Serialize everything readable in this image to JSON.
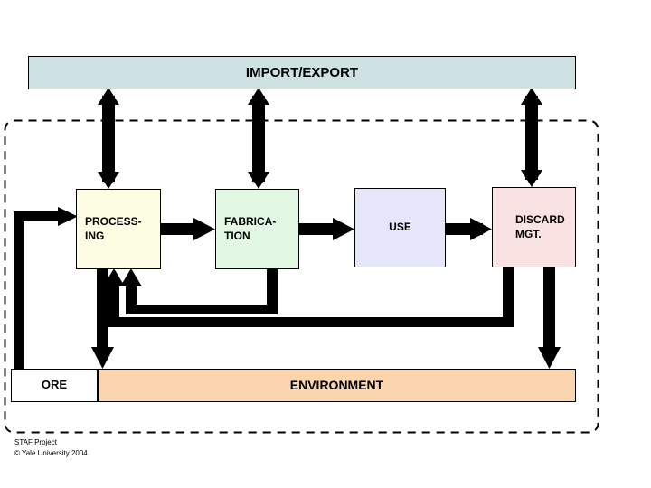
{
  "diagram": {
    "title": "IMPORT/EXPORT",
    "system_boundary": {
      "name": "system-boundary",
      "style": "dashed-rounded-rectangle"
    },
    "nodes": [
      {
        "id": "import-export",
        "label": "IMPORT/EXPORT",
        "fill": "#cfe2e3",
        "stroke": "#000000"
      },
      {
        "id": "processing",
        "label": "PROCESS-\nING",
        "fill": "#fdfde4",
        "stroke": "#000000"
      },
      {
        "id": "fabrication",
        "label": "FABRICA-\nTION",
        "fill": "#e3f8e4",
        "stroke": "#000000"
      },
      {
        "id": "use",
        "label": "USE",
        "fill": "#e6e6fb",
        "stroke": "#000000"
      },
      {
        "id": "discard-mgt",
        "label": "DISCARD\nMGT.",
        "fill": "#fbe2e2",
        "stroke": "#000000"
      },
      {
        "id": "ore",
        "label": "ORE",
        "fill": "#ffffff",
        "stroke": "#000000"
      },
      {
        "id": "environment",
        "label": "ENVIRONMENT",
        "fill": "#fbd5ae",
        "stroke": "#000000"
      }
    ],
    "flows": [
      {
        "from": "processing",
        "to": "import-export",
        "type": "bidirectional-vertical"
      },
      {
        "from": "fabrication",
        "to": "import-export",
        "type": "bidirectional-vertical"
      },
      {
        "from": "discard-mgt",
        "to": "import-export",
        "type": "bidirectional-vertical"
      },
      {
        "from": "ore",
        "to": "processing",
        "type": "directed"
      },
      {
        "from": "processing",
        "to": "fabrication",
        "type": "directed"
      },
      {
        "from": "fabrication",
        "to": "use",
        "type": "directed"
      },
      {
        "from": "use",
        "to": "discard-mgt",
        "type": "directed"
      },
      {
        "from": "fabrication",
        "to": "processing",
        "type": "recycle-loop"
      },
      {
        "from": "discard-mgt",
        "to": "processing",
        "type": "recycle-loop"
      },
      {
        "from": "processing",
        "to": "environment",
        "type": "directed"
      },
      {
        "from": "discard-mgt",
        "to": "environment",
        "type": "directed"
      }
    ],
    "arrow_color": "#000000"
  },
  "footer": {
    "line1": "STAF Project",
    "line2": "© Yale University 2004"
  }
}
